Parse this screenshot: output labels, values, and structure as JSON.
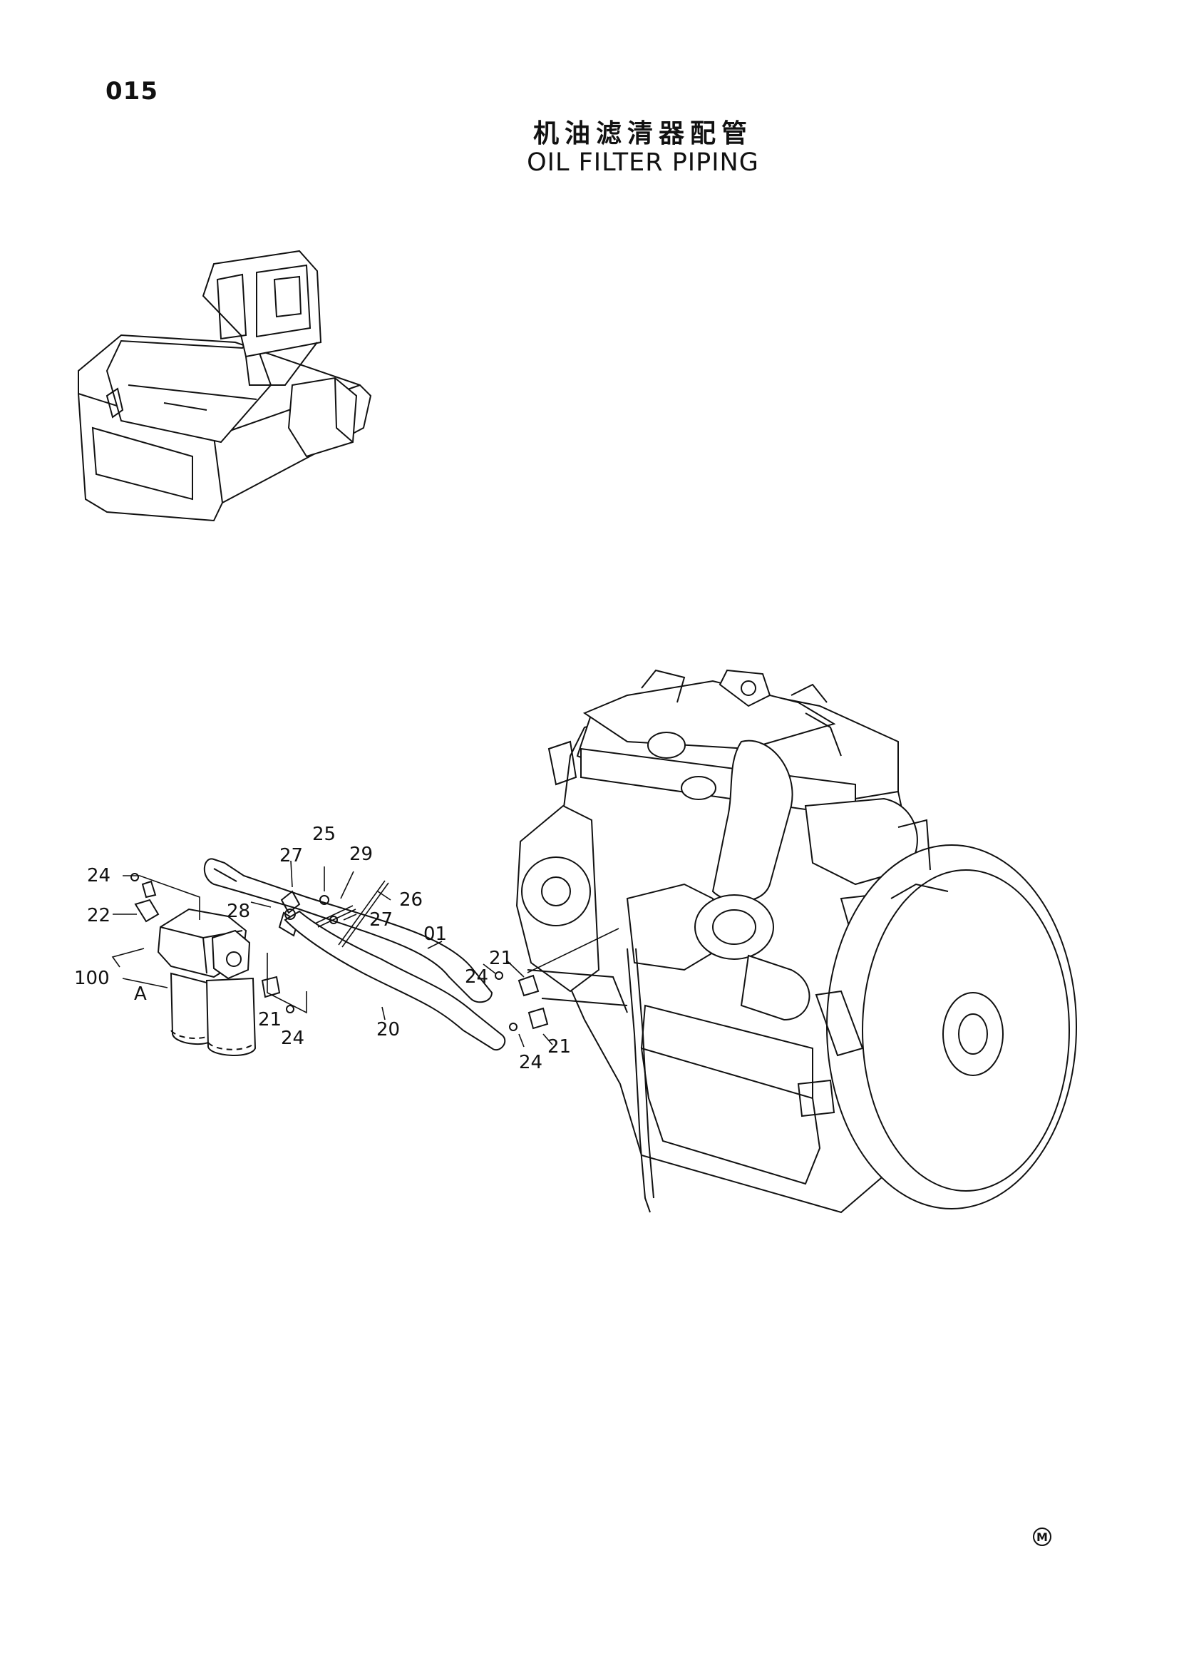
{
  "header": {
    "page_number": "015",
    "title_cn": "机油滤清器配管",
    "title_en": "OIL FILTER PIPING"
  },
  "callouts": [
    {
      "id": "c25",
      "text": "25"
    },
    {
      "id": "c27a",
      "text": "27"
    },
    {
      "id": "c29",
      "text": "29"
    },
    {
      "id": "c24a",
      "text": "24"
    },
    {
      "id": "c26",
      "text": "26"
    },
    {
      "id": "c22",
      "text": "22"
    },
    {
      "id": "c28",
      "text": "28"
    },
    {
      "id": "c27b",
      "text": "27"
    },
    {
      "id": "c01",
      "text": "01"
    },
    {
      "id": "c100",
      "text": "100"
    },
    {
      "id": "cA",
      "text": "A"
    },
    {
      "id": "c21a",
      "text": "21"
    },
    {
      "id": "c24b",
      "text": "24"
    },
    {
      "id": "c24c",
      "text": "24"
    },
    {
      "id": "c21b",
      "text": "21"
    },
    {
      "id": "c20",
      "text": "20"
    },
    {
      "id": "c21c",
      "text": "21"
    },
    {
      "id": "c24d",
      "text": "24"
    }
  ],
  "footer": {
    "logo_mark": "M"
  }
}
